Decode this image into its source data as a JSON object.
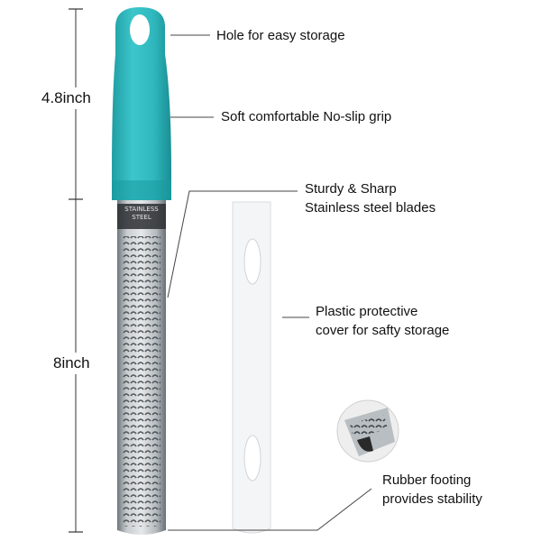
{
  "dimensions": {
    "handle_length": "4.8inch",
    "blade_length": "8inch"
  },
  "callouts": {
    "hole": "Hole for easy storage",
    "grip": "Soft comfortable No-slip grip",
    "blades_line1": "Sturdy & Sharp",
    "blades_line2": "Stainless steel blades",
    "cover_line1": "Plastic protective",
    "cover_line2": "cover for safty storage",
    "footing_line1": "Rubber footing",
    "footing_line2": "provides stability"
  },
  "product": {
    "blade_stamp_line1": "STAINLESS",
    "blade_stamp_line2": "STEEL"
  },
  "colors": {
    "handle": "#2fb8bd",
    "handle_dark": "#1f9ea3",
    "blade": "#9aa1a6",
    "cover": "#f4f5f6"
  }
}
